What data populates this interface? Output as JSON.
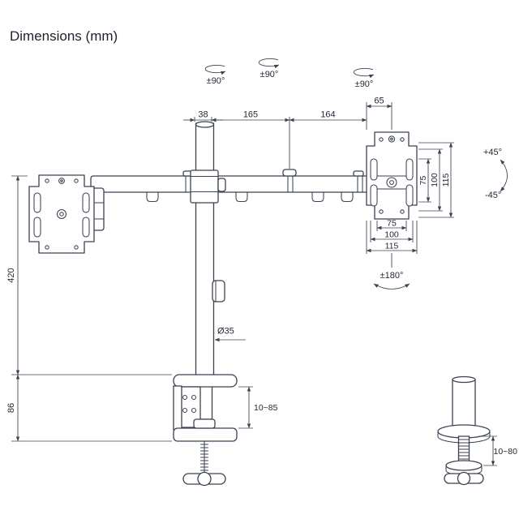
{
  "title": "Dimensions (mm)",
  "dimensions": {
    "top_chain": {
      "pole_offset": "38",
      "arm_segment_1": "165",
      "arm_segment_2": "164",
      "plate_offset": "65"
    },
    "rotations": {
      "pole": "±90°",
      "elbow": "±90°",
      "plate": "±90°",
      "tilt_up": "+45°",
      "tilt_down": "-45°",
      "swivel": "±180°"
    },
    "vesa_vertical": {
      "inner": "75",
      "middle": "100",
      "outer": "115"
    },
    "vesa_horizontal": {
      "inner": "75",
      "middle": "100",
      "outer": "115"
    },
    "pole_height": "420",
    "clamp_height": "86",
    "pole_diameter": "Ø35",
    "clamp_desk_range": "10~85",
    "grommet_desk_range": "10~80"
  }
}
